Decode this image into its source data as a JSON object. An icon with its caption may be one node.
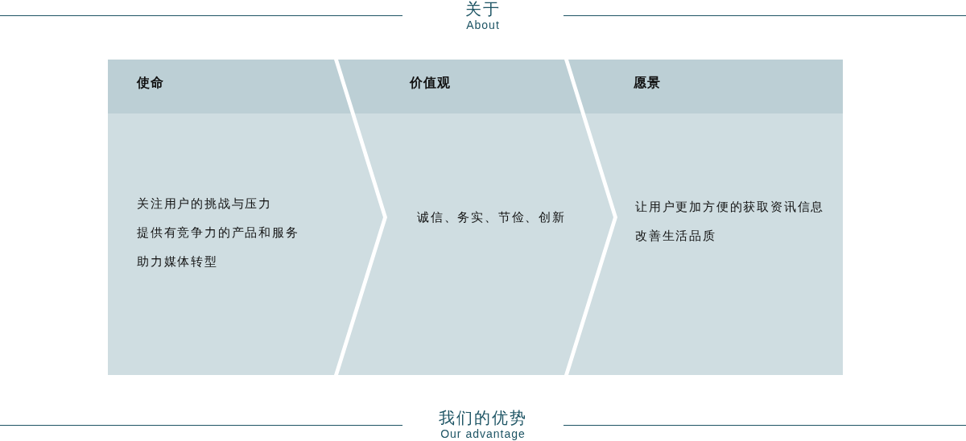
{
  "diagram": {
    "title": "关于",
    "nodes": [
      {
        "text": [
          "使命",
          "关注用户的挑战与压力",
          "提供有竞争力的产品和服务",
          "助力媒体转型"
        ]
      },
      {
        "text": [
          "价值观",
          "诚信、务实、节俭、创新"
        ]
      },
      {
        "text": [
          "愿景",
          "让用户更加方便的获取资讯信息",
          "改善生活品质"
        ]
      }
    ],
    "labels": [
      "About",
      "我们的优势",
      "Our advantage"
    ]
  }
}
